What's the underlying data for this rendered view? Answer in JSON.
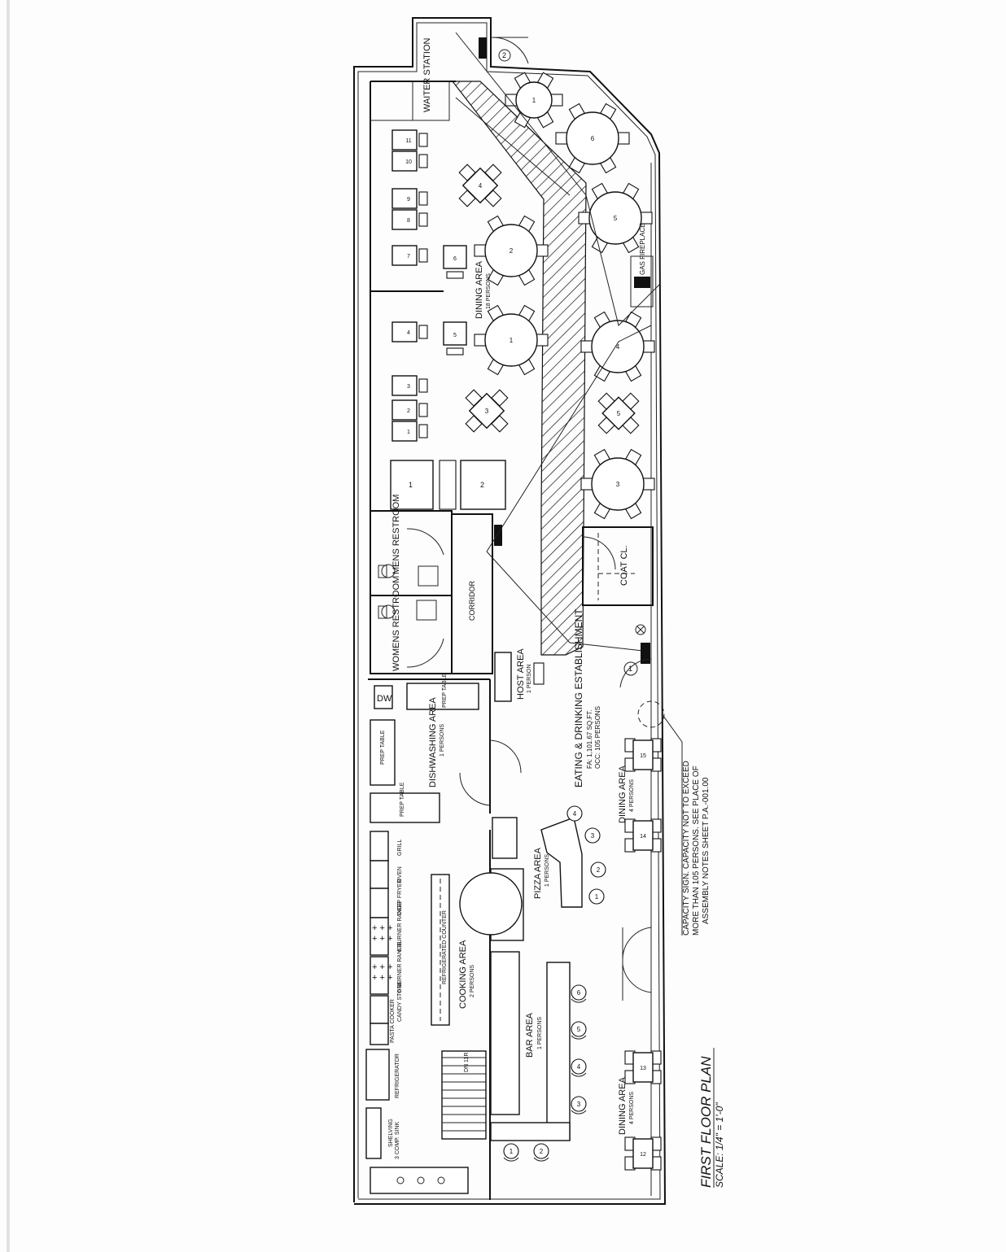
{
  "title": "FIRST FLOOR PLAN",
  "scale": "SCALE: 1/4\" = 1'-0\"",
  "rooms": {
    "waiter_station": "WAITER STATION",
    "dining_upper": "DINING AREA",
    "dining_upper_occ": "18 PERSONS",
    "mens_restroom": "MENS RESTROOM",
    "womens_restroom": "WOMENS RESTROOM",
    "corridor": "CORRIDOR",
    "coat_cl": "COAT CL.",
    "host_area": "HOST AREA",
    "host_occ": "1 PERSON",
    "dishwashing_area": "DISHWASHING AREA",
    "dishwashing_occ": "1 PERSONS",
    "eating_drinking": "EATING & DRINKING ESTABLISHMENT",
    "eating_fa": "FA: 1,101.67 SQ.FT.",
    "eating_occ": "OCC: 105 PERSONS",
    "dining_lower": "DINING AREA",
    "dining_lower_occ": "4 PERSONS",
    "pizza_area": "PIZZA AREA",
    "pizza_occ": "1 PERSONS",
    "cooking_area": "COOKING AREA",
    "cooking_occ": "2 PERSONS",
    "bar_area": "BAR AREA",
    "bar_occ": "1 PERSONS",
    "dining_bottom": "DINING AREA",
    "dining_bottom_occ": "4 PERSONS",
    "gas_fireplace": "GAS FIREPLACE"
  },
  "equipment": {
    "dw": "DW",
    "prep1": "PREP TABLE",
    "prep2": "PREP TABLE",
    "prep3": "PREP TABLE",
    "grill": "GRILL",
    "oven": "OVEN",
    "deep_fryer": "DEEP FRYER",
    "range1": "6 BURNER RANGE",
    "range2": "6 BURNER RANGE",
    "candy": "CANDY STONE",
    "pasta": "PASTA COOKER",
    "refrigerator": "REFRIGERATOR",
    "shelving": "SHELVING",
    "sink": "3 COMP. SINK",
    "refrig_counter": "REFRIGERATED COUNTER",
    "stair": "DN 11R"
  },
  "notes": {
    "capacity_1": "CAPACITY SIGN. CAPACITY NOT TO EXCEED",
    "capacity_2": "MORE THAN 105 PERSONS. SEE PLACE OF",
    "capacity_3": "ASSEMBLY NOTES SHEET P.A.-001.00"
  },
  "tables": {
    "booths_left": [
      "11",
      "10",
      "9",
      "8",
      "7",
      "4",
      "3",
      "2",
      "1"
    ],
    "booth_labels_right": [
      "6",
      "5"
    ],
    "round_inner": [
      "2",
      "1"
    ],
    "square_inner": [
      "4",
      "3"
    ],
    "round_outer": [
      "1",
      "6",
      "5",
      "4",
      "3"
    ],
    "square_outer": [
      "5"
    ],
    "long_tables": [
      "1",
      "2"
    ],
    "lower_tables": [
      "15",
      "14",
      "13",
      "12"
    ],
    "bar_stools": [
      "1",
      "2",
      "3",
      "4",
      "5",
      "6"
    ],
    "pizza_stools": [
      "1",
      "2",
      "3",
      "4"
    ],
    "exit_markers": [
      "1",
      "2"
    ]
  }
}
